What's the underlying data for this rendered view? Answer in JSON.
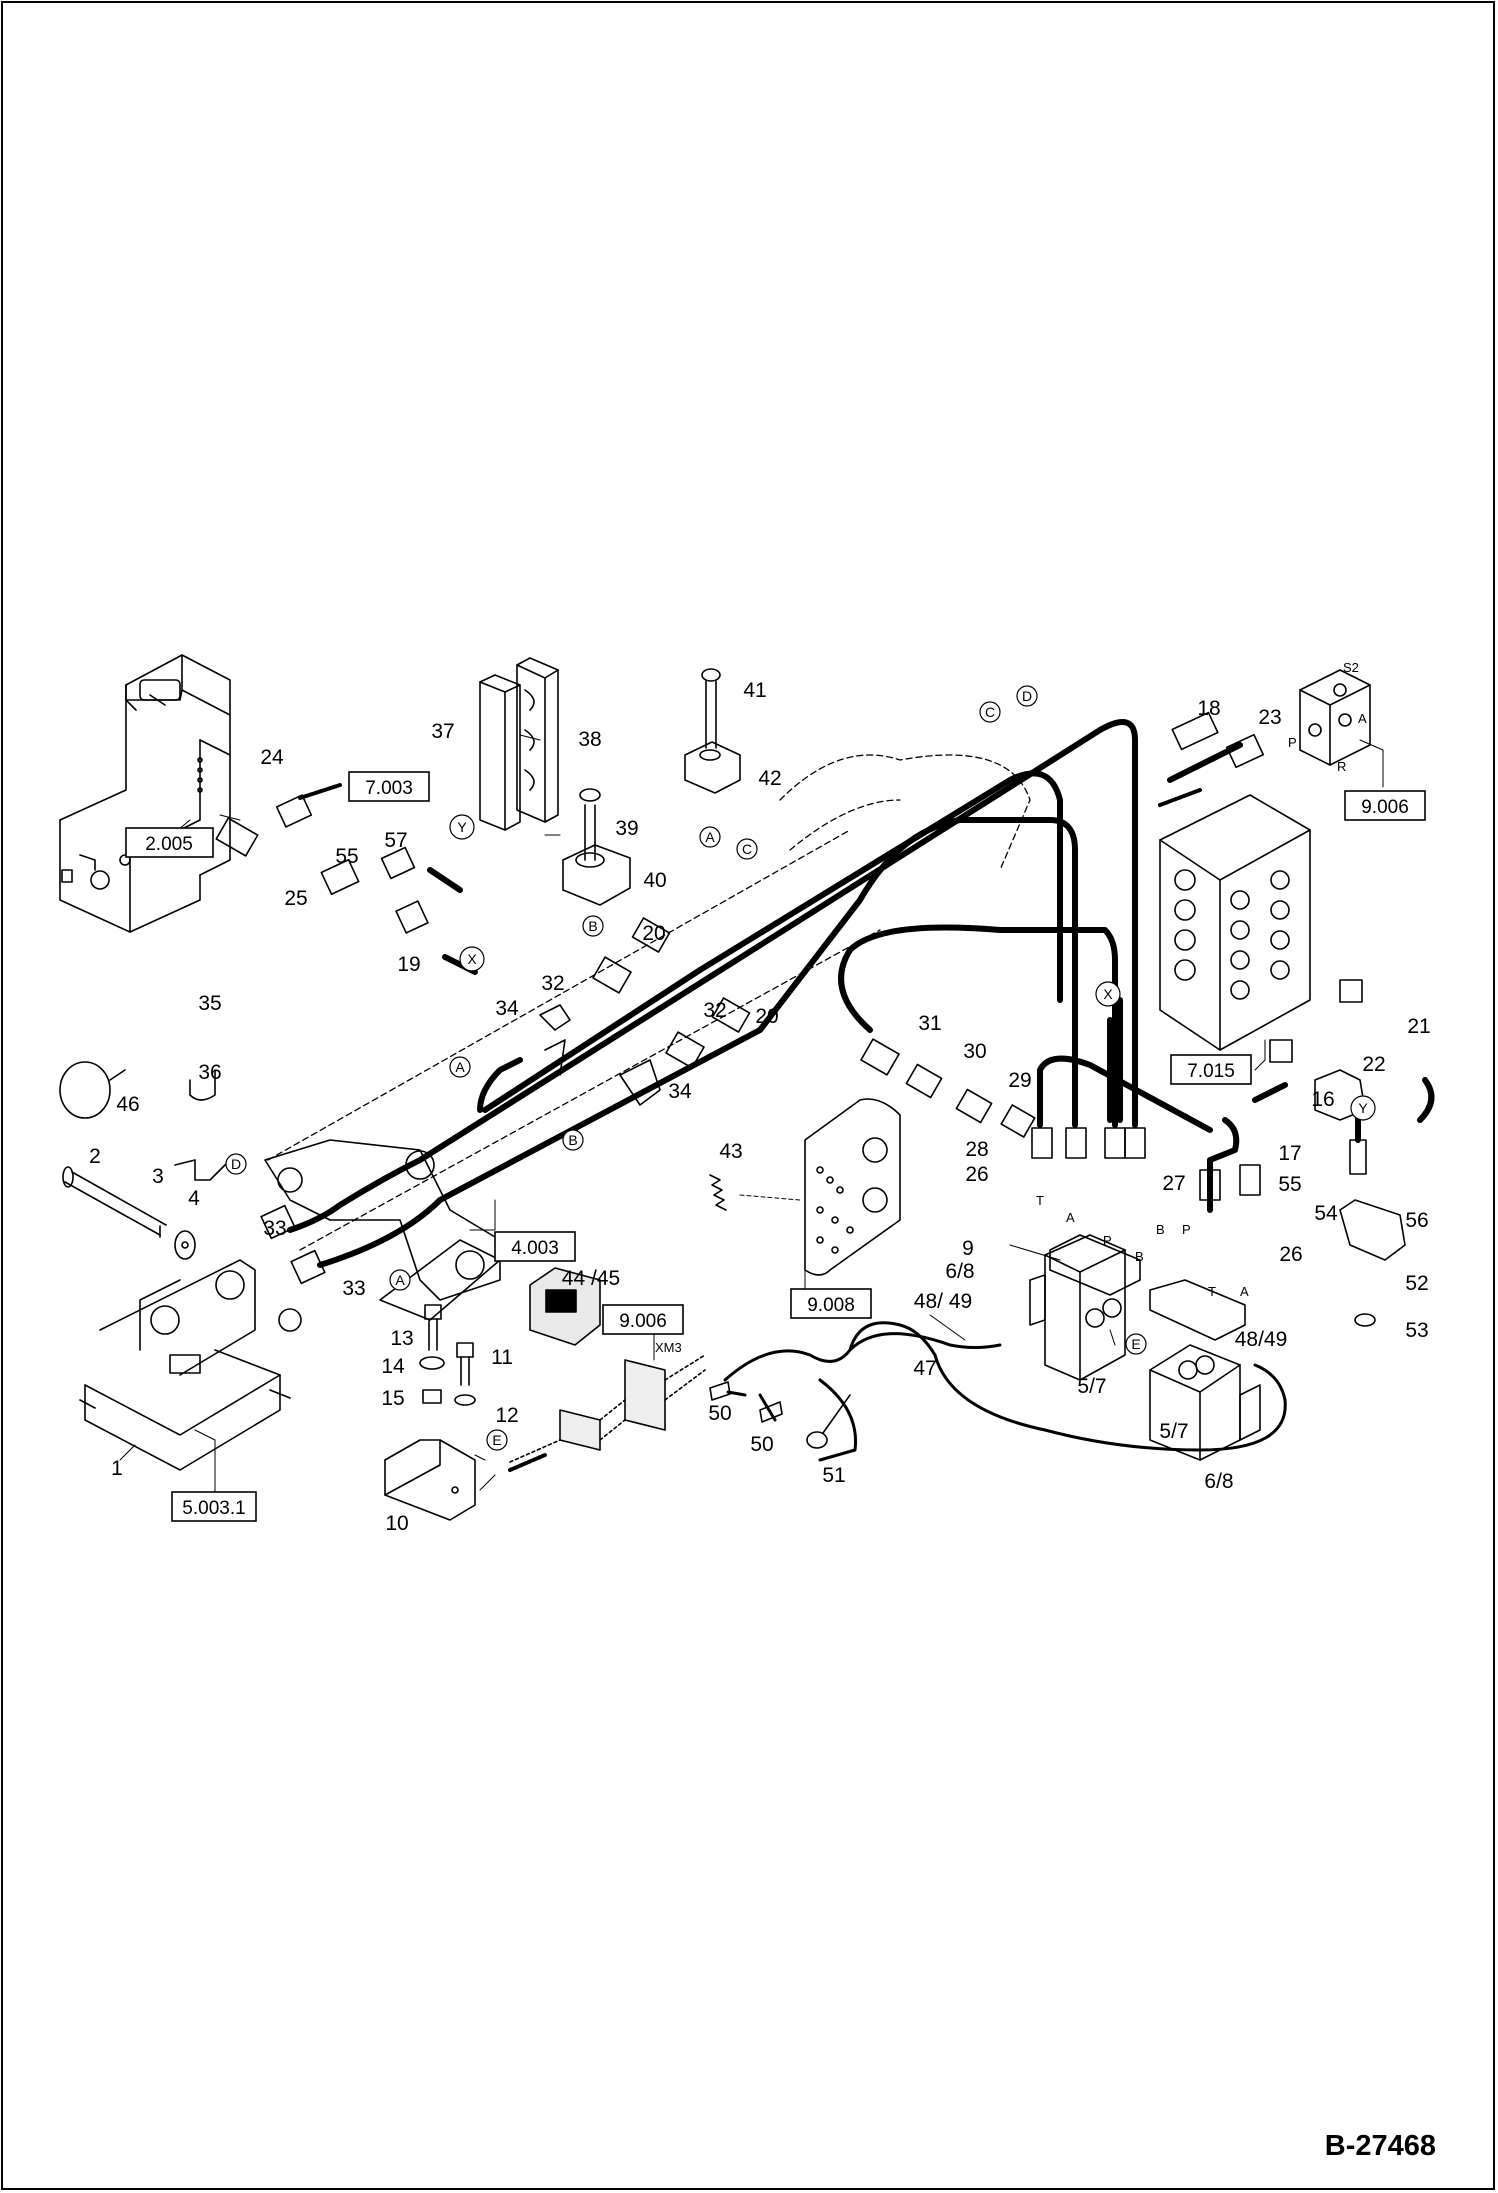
{
  "document": {
    "number": "B-27468"
  },
  "ref_boxes": [
    "2.005",
    "7.003",
    "4.003",
    "9.008",
    "9.006",
    "7.015",
    "9.006",
    "5.003.1"
  ],
  "circle_markers": [
    "A",
    "A",
    "A",
    "B",
    "B",
    "C",
    "C",
    "D",
    "D",
    "E",
    "E",
    "X",
    "X",
    "Y",
    "Y"
  ],
  "part_labels": [
    "1",
    "2",
    "3",
    "4",
    "5/7",
    "5/7",
    "6/8",
    "6/8",
    "9",
    "10",
    "11",
    "12",
    "13",
    "14",
    "15",
    "16",
    "17",
    "18",
    "19",
    "20",
    "20",
    "21",
    "22",
    "23",
    "24",
    "25",
    "26",
    "26",
    "27",
    "28",
    "29",
    "30",
    "31",
    "32",
    "32",
    "33",
    "33",
    "34",
    "34",
    "35",
    "36",
    "37",
    "38",
    "39",
    "40",
    "41",
    "42",
    "43",
    "44 /45",
    "46",
    "47",
    "48/ 49",
    "48/49",
    "50",
    "50",
    "51",
    "52",
    "53",
    "54",
    "55",
    "55",
    "56",
    "57"
  ],
  "valve_port_letters": [
    "S2",
    "A",
    "P",
    "R",
    "T",
    "A",
    "P",
    "B",
    "B",
    "P",
    "T",
    "A"
  ],
  "connector_label": "XM3"
}
